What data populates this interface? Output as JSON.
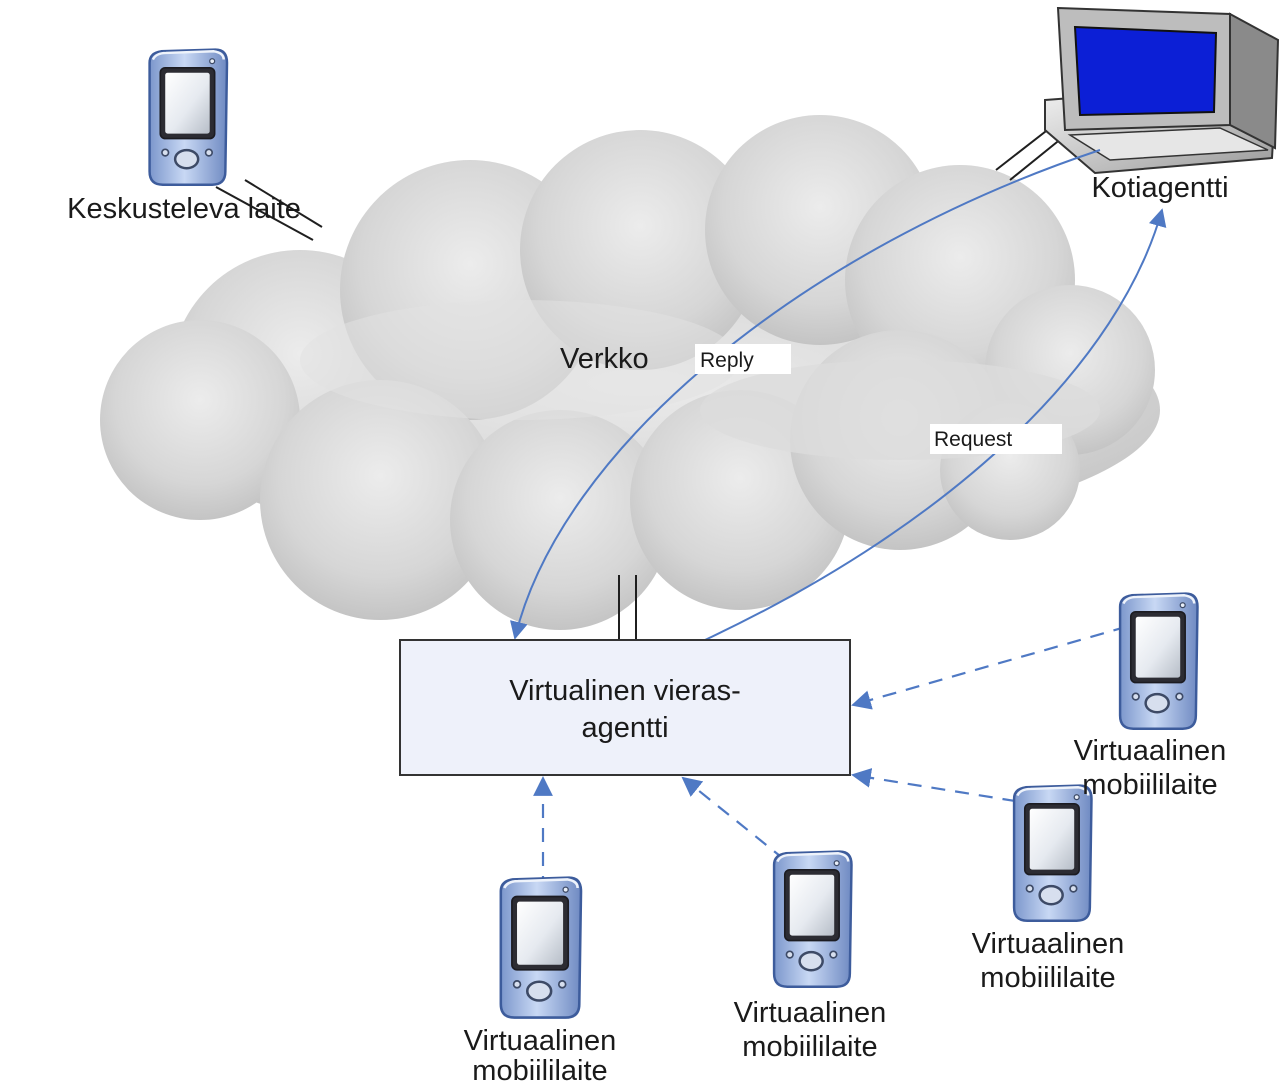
{
  "labels": {
    "calling_device": "Keskusteleva laite",
    "home_agent": "Kotiagentti",
    "network": "Verkko",
    "reply": "Reply",
    "request": "Request",
    "virtual_foreign_agent_line1": "Virtualinen vieras-",
    "virtual_foreign_agent_line2": "agentti",
    "virtual_mobile_line1": "Virtuaalinen",
    "virtual_mobile_line2": "mobiililaite"
  },
  "colors": {
    "arrow": "#4f79c4",
    "box_fill": "#eef1fa",
    "box_stroke": "#333333",
    "cloud": "#d2d2d2",
    "device_body": "#a9bfe6",
    "screen": "#0c1fd6"
  },
  "icons": {
    "device": "pda-icon",
    "computer": "computer-terminal-icon",
    "cloud": "cloud-shape"
  }
}
